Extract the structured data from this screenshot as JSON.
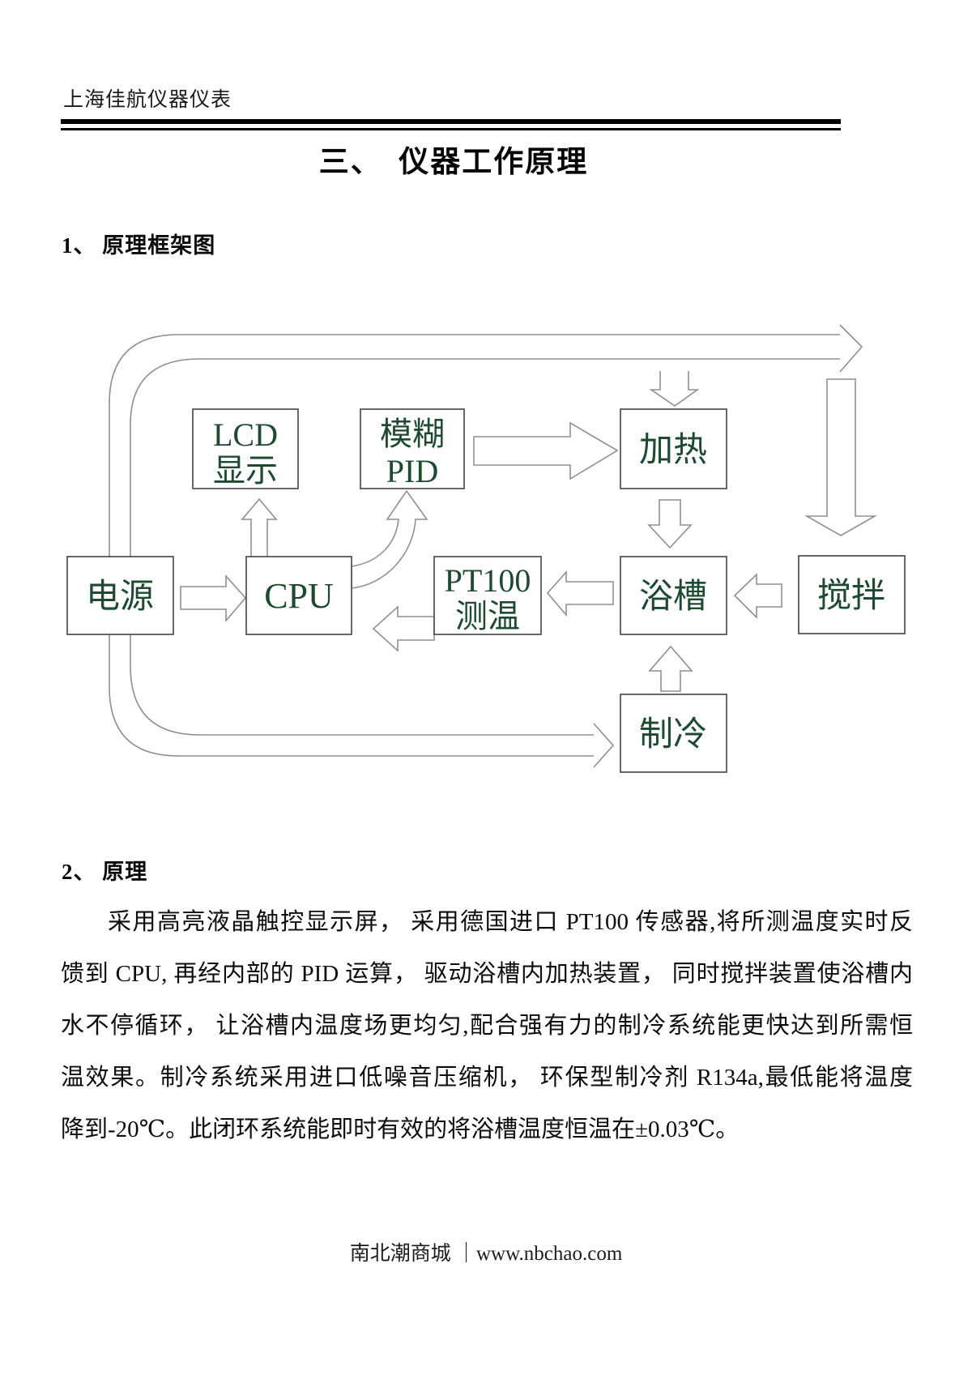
{
  "header": {
    "company": "上海佳航仪器仪表"
  },
  "title": "三、　仪器工作原理",
  "section1": {
    "heading": "1、 原理框架图"
  },
  "diagram": {
    "boxes": {
      "lcd": {
        "line1": "LCD",
        "line2": "显示"
      },
      "fuzzy_pid": {
        "line1": "模糊",
        "line2": "PID"
      },
      "heating": {
        "label": "加热"
      },
      "power": {
        "label": "电源"
      },
      "cpu": {
        "label": "CPU"
      },
      "pt100": {
        "line1": "PT100",
        "line2": "测温"
      },
      "bath": {
        "label": "浴槽"
      },
      "stirring": {
        "label": "搅拌"
      },
      "cooling": {
        "label": "制冷"
      }
    },
    "colors": {
      "box_text": "#1e4a31",
      "box_border": "#4d4d4d",
      "arrow_line": "#8f8f8f"
    }
  },
  "section2": {
    "heading": "2、 原理",
    "paragraph_lines": [
      "采用高亮液晶触控显示屏， 采用德国进口 PT100 传感器,将所测温度实时反",
      "馈到 CPU, 再经内部的 PID 运算， 驱动浴槽内加热装置， 同时搅拌装置使浴槽内",
      "水不停循环， 让浴槽内温度场更均匀,配合强有力的制冷系统能更快达到所需恒",
      "温效果。制冷系统采用进口低噪音压缩机， 环保型制冷剂 R134a,最低能将温度",
      "降到-20℃。此闭环系统能即时有效的将浴槽温度恒温在±0.03℃。"
    ]
  },
  "footer": {
    "text": "南北潮商城 ｜www.nbchao.com"
  }
}
